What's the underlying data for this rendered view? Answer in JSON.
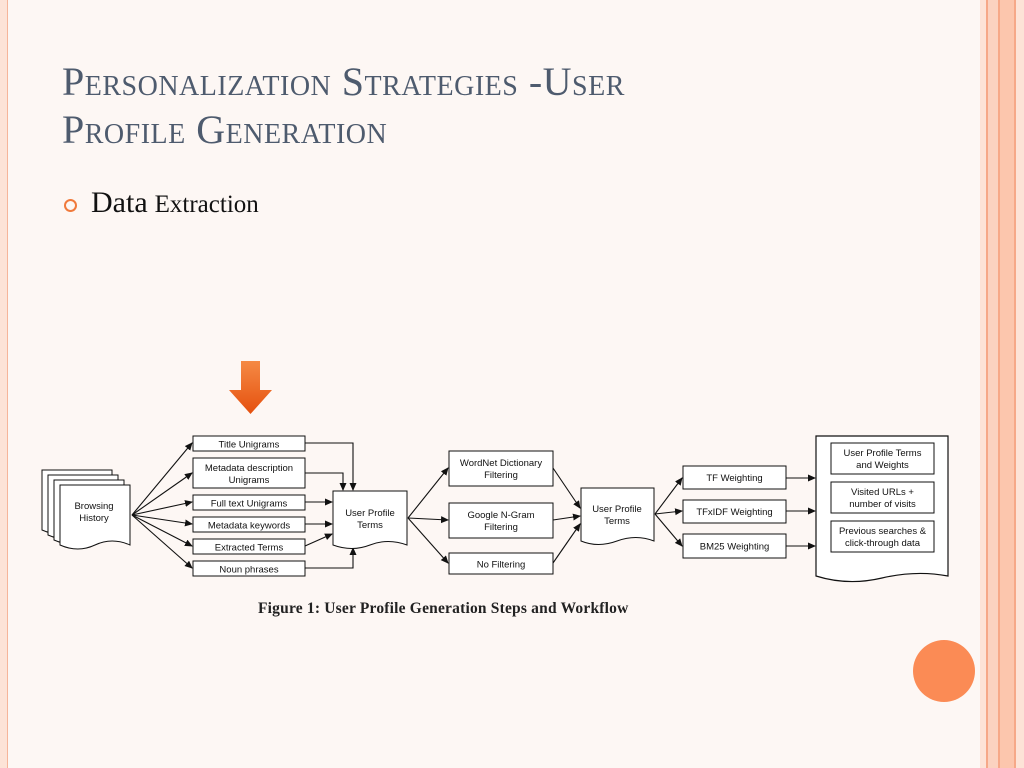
{
  "slide": {
    "title_line1": "Personalization Strategies -User",
    "title_line2": "Profile Generation",
    "bullet_word1": "Data",
    "bullet_word2": "Extraction",
    "caption": "Figure 1:  User Profile Generation Steps and Workflow"
  },
  "diagram": {
    "browsing_history": [
      "Browsing",
      "History"
    ],
    "sources": [
      [
        "Title Unigrams"
      ],
      [
        "Metadata description",
        "Unigrams"
      ],
      [
        "Full text Unigrams"
      ],
      [
        "Metadata keywords"
      ],
      [
        "Extracted Terms"
      ],
      [
        "Noun phrases"
      ]
    ],
    "profile_terms_1": [
      "User Profile",
      "Terms"
    ],
    "filters": [
      [
        "WordNet Dictionary",
        "Filtering"
      ],
      [
        "Google N-Gram",
        "Filtering"
      ],
      [
        "No Filtering"
      ]
    ],
    "profile_terms_2": [
      "User Profile",
      "Terms"
    ],
    "weightings": [
      [
        "TF Weighting"
      ],
      [
        "TFxIDF Weighting"
      ],
      [
        "BM25 Weighting"
      ]
    ],
    "outputs": [
      [
        "User Profile Terms",
        "and Weights"
      ],
      [
        "Visited URLs +",
        "number of visits"
      ],
      [
        "Previous searches &",
        "click-through data"
      ]
    ]
  },
  "colors": {
    "accent_orange": "#f07a3c",
    "arrow_orange": "#f26a1b",
    "title": "#4e5b6e"
  }
}
